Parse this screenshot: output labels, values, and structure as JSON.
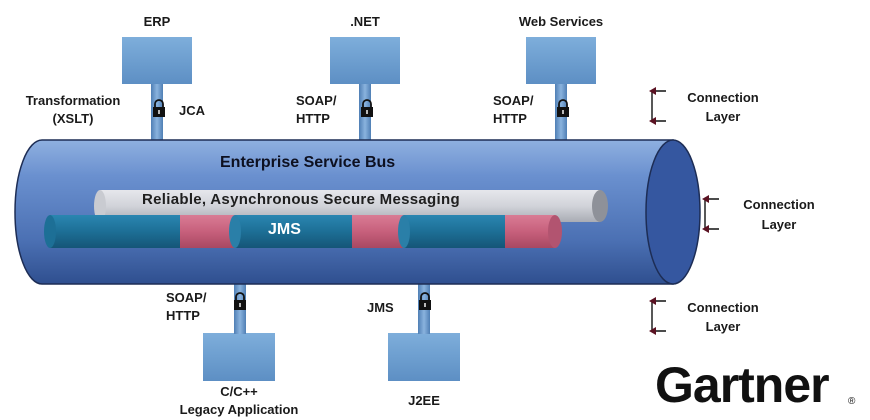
{
  "systems": {
    "erp": "ERP",
    "dotnet": ".NET",
    "web_services": "Web Services",
    "cpp_line1": "C/C++",
    "cpp_line2": "Legacy Application",
    "j2ee": "J2EE"
  },
  "protocols": {
    "transformation_line1": "Transformation",
    "transformation_line2": "(XSLT)",
    "jca": "JCA",
    "soap_http_line1": "SOAP/",
    "soap_http_line2": "HTTP",
    "jms": "JMS"
  },
  "bus": {
    "title": "Enterprise Service Bus",
    "messaging": "Reliable, Asynchronous Secure Messaging",
    "jms_pipe": "JMS"
  },
  "connection_layer": {
    "line1": "Connection",
    "line2": "Layer"
  },
  "brand": {
    "name": "Gartner",
    "registered_mark": "®"
  },
  "icons": [
    "lock-icon",
    "bracket-arrow-icon"
  ],
  "colors": {
    "system_box": "#6fa0cf",
    "bus_body": "#4f76b6",
    "bus_end": "#3456a0",
    "messaging_pipe": "#d4d6dc",
    "jms_pipe": "#1e6f96",
    "jms_segment": "#c9637f",
    "connector_arrow": "#6a1a2a"
  }
}
